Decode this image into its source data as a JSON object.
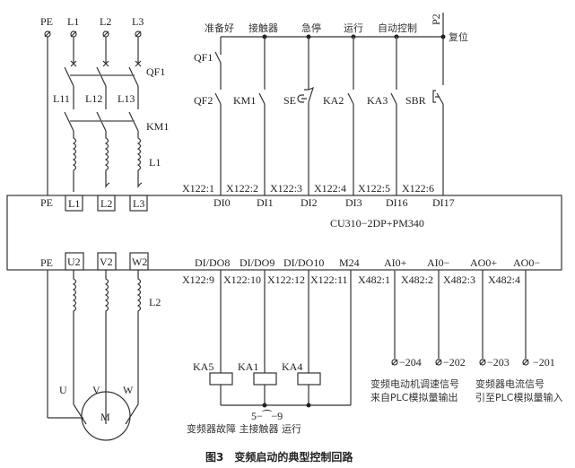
{
  "power": {
    "terminals": [
      "PE",
      "L1",
      "L2",
      "L3"
    ],
    "breaker": "QF1",
    "breaker_outputs": [
      "L11",
      "L12",
      "L13"
    ],
    "contactor": "KM1",
    "input_reactor": "L1",
    "output_reactor": "L2",
    "motor": "M",
    "motor_phases": [
      "U",
      "V",
      "W"
    ]
  },
  "drive": {
    "model": "CU310−2DP+PM340",
    "top_pe": "PE",
    "top_terminals": [
      "L1",
      "L2",
      "L3"
    ],
    "bottom_pe": "PE",
    "bottom_terminals": [
      "U2",
      "V2",
      "W2"
    ],
    "inputs": [
      {
        "signal": "准备好",
        "contact": "QF2",
        "upper": "QF1",
        "terminal": "X122:1",
        "port": "DI0"
      },
      {
        "signal": "接触器",
        "contact": "KM1",
        "terminal": "X122:2",
        "port": "DI1"
      },
      {
        "signal": "急停",
        "contact": "SE",
        "terminal": "X122:3",
        "port": "DI2"
      },
      {
        "signal": "运行",
        "contact": "KA2",
        "terminal": "X122:4",
        "port": "DI3"
      },
      {
        "signal": "自动控制",
        "contact": "KA3",
        "terminal": "X122:5",
        "port": "DI16"
      },
      {
        "signal": "",
        "contact": "SBR",
        "terminal": "X122:6",
        "port": "DI17"
      }
    ],
    "bus_label": "P2",
    "reset_label": "复位",
    "outputs": [
      {
        "port": "DI/DO8",
        "terminal": "X122:9",
        "relay": "KA5"
      },
      {
        "port": "DI/DO9",
        "terminal": "X122:10",
        "relay": "KA1"
      },
      {
        "port": "DI/DO10",
        "terminal": "X122:12",
        "relay": "KA4"
      },
      {
        "port": "M24",
        "terminal": "X122:11"
      }
    ],
    "analog": [
      {
        "port": "AI0+",
        "terminal": "X482:1",
        "wire": "−204"
      },
      {
        "port": "AI0−",
        "terminal": "X482:2",
        "wire": "−202"
      },
      {
        "port": "AO0+",
        "terminal": "X482:3",
        "wire": "−203"
      },
      {
        "port": "AO0−",
        "terminal": "X482:4",
        "wire": "−201"
      }
    ],
    "relay_note": "5−⁀−9",
    "relay_caption": "变频器故障 主接触器 运行",
    "analog_in_note": [
      "变频电动机调速信号",
      "来自PLC模拟量输出"
    ],
    "analog_out_note": [
      "变频器电流信号",
      "引至PLC模拟量输入"
    ]
  },
  "caption": "图3　变频启动的典型控制回路"
}
